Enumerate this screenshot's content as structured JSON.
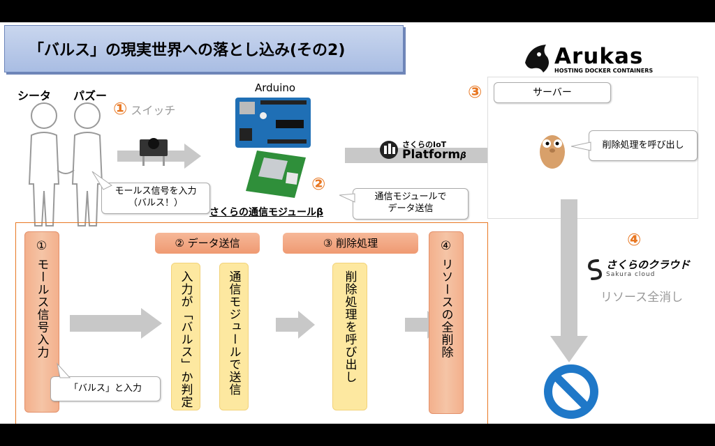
{
  "title": "「バルス」の現実世界への落とし込み(その2)",
  "persons": {
    "sheeta": "シータ",
    "pazu": "パズー"
  },
  "switch_step": {
    "number": "①",
    "label": "スイッチ"
  },
  "arduino_label": "Arduino",
  "morse_callout": [
    "モールス信号を入力",
    "（バルス！）"
  ],
  "module_label": "さくらの通信モジュールβ",
  "module_step_number": "②",
  "module_callout": [
    "通信モジュールで",
    "データ送信"
  ],
  "platform_logo": {
    "small": "さくらのIoT",
    "big": "Platform",
    "suffix": "β"
  },
  "server": {
    "number": "③",
    "box_label": "サーバー",
    "callout": "削除処理を呼び出し"
  },
  "arukas": {
    "name": "Arukas",
    "tagline": "HOSTING DOCKER CONTAINERS"
  },
  "cloud": {
    "number": "④",
    "logo_main": "さくらのクラウド",
    "logo_sub": "Sakura cloud",
    "caption": "リソース全消し"
  },
  "flow": {
    "step1": {
      "text": "① モールス信号入力",
      "callout": "「バルス」と入力"
    },
    "step2": {
      "header": "② データ送信",
      "box_a": "入力が「バルス」か判定",
      "box_b": "通信モジュールで送信"
    },
    "step3": {
      "header": "③ 削除処理",
      "box": "削除処理を呼び出し"
    },
    "step4": {
      "text": "④ リソースの全削除"
    }
  },
  "colors": {
    "orange": "#e87722",
    "step_orange": "#f3b08c",
    "step_yellow": "#fde8a0",
    "title_blue": "#b3c6e7",
    "arrow_gray": "#c8c8c8",
    "prohibit_blue": "#1f78c8"
  }
}
